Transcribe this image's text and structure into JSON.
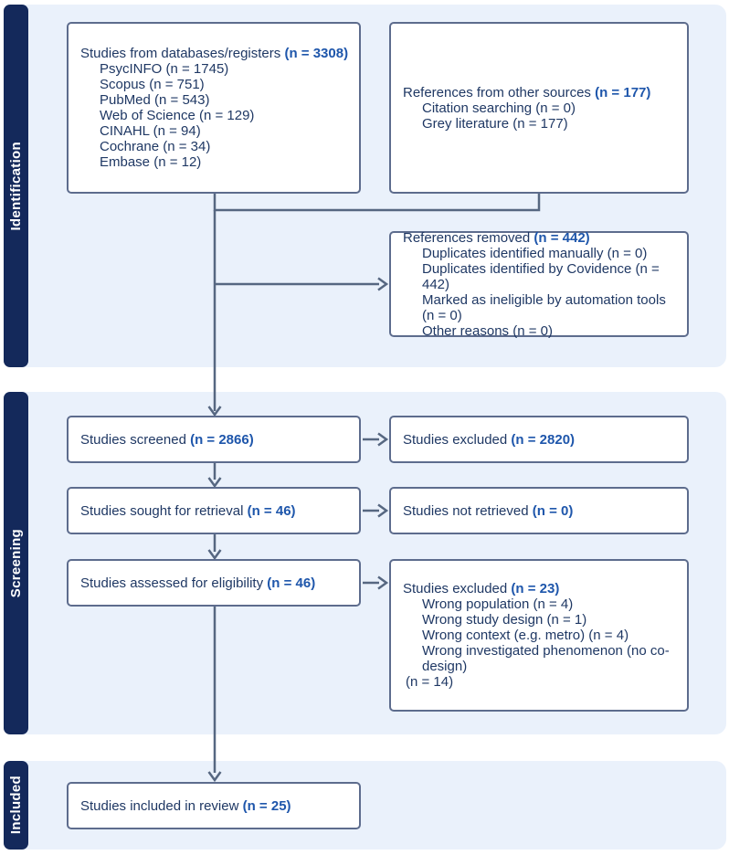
{
  "sections": [
    {
      "label": "Identification"
    },
    {
      "label": "Screening"
    },
    {
      "label": "Included"
    }
  ],
  "boxes": {
    "databases": {
      "title": "Studies from databases/registers",
      "n": "(n = 3308)",
      "items": [
        "PsycINFO (n = 1745)",
        "Scopus (n = 751)",
        "PubMed (n = 543)",
        "Web of Science (n = 129)",
        "CINAHL (n = 94)",
        "Cochrane (n = 34)",
        "Embase (n = 12)"
      ]
    },
    "other_sources": {
      "title": "References from other sources",
      "n": "(n = 177)",
      "items": [
        "Citation searching (n = 0)",
        "Grey literature (n = 177)"
      ]
    },
    "references_removed": {
      "title": "References removed",
      "n": "(n = 442)",
      "items": [
        "Duplicates identified manually (n = 0)",
        "Duplicates identified by Covidence (n = 442)",
        "Marked as ineligible by automation tools (n = 0)",
        "Other reasons (n = 0)"
      ]
    },
    "screened": {
      "title": "Studies screened",
      "n": "(n = 2866)"
    },
    "excluded_screening": {
      "title": "Studies excluded",
      "n": "(n = 2820)"
    },
    "sought": {
      "title": "Studies sought for retrieval",
      "n": "(n = 46)"
    },
    "not_retrieved": {
      "title": "Studies not retrieved",
      "n": "(n = 0)"
    },
    "assessed": {
      "title": "Studies assessed for eligibility",
      "n": "(n = 46)"
    },
    "excluded_eligibility": {
      "title": "Studies excluded",
      "n": "(n = 23)",
      "items": [
        "Wrong population (n = 4)",
        "Wrong study design (n = 1)",
        "Wrong context (e.g. metro) (n = 4)",
        "Wrong investigated phenomenon (no co-design)"
      ],
      "wrap_continuation": "(n = 14)"
    },
    "included": {
      "title": "Studies included in review",
      "n": "(n = 25)"
    }
  },
  "colors": {
    "sidebar_navy": "#14295b",
    "panel_blue": "#eaf1fb",
    "box_border_slate": "#5d6c8d",
    "arrow_slate": "#566781",
    "text_navy": "#1f3864",
    "count_blue": "#1e56ab"
  }
}
